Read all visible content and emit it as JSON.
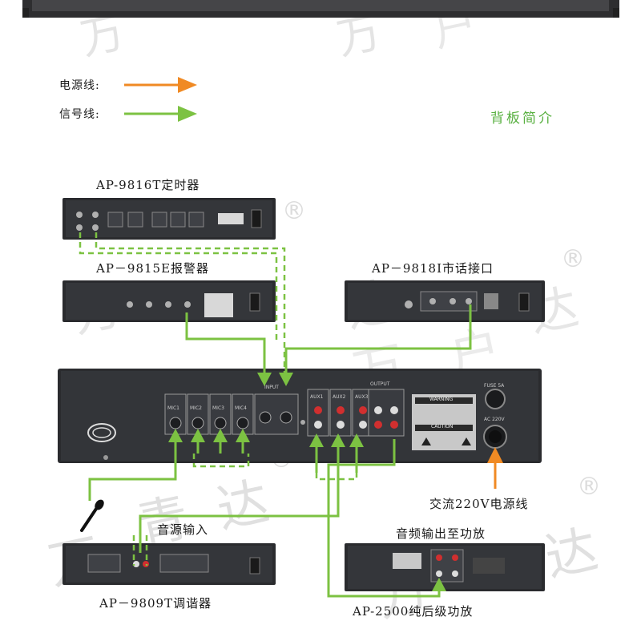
{
  "legend": {
    "power_line": "电源线:",
    "signal_line": "信号线:",
    "power_color": "#f08a24",
    "signal_color": "#7cc242"
  },
  "section_title": "背板简介",
  "devices": {
    "timer": "AP-9816T定时器",
    "alarm": "AP－9815E报警器",
    "phone": "AP－9818I市话接口",
    "tuner": "AP－9809T调谐器",
    "amp": "AP-2500纯后级功放"
  },
  "labels": {
    "ac_power": "交流220V电源线",
    "audio_in": "音源输入",
    "audio_out": "音频输出至功放"
  },
  "panel_text": {
    "input": "INPUT",
    "output": "OUTPUT",
    "mic1": "MIC1",
    "mic2": "MIC2",
    "mic3": "MIC3",
    "mic4": "MIC4",
    "aux1": "AUX1",
    "aux2": "AUX2",
    "aux3": "AUX3",
    "warning": "WARNING",
    "caution": "CAUTION",
    "fuse": "FUSE 5A",
    "ac": "AC 220V"
  },
  "watermark": {
    "chars": [
      "万",
      "青",
      "达",
      "万",
      "户",
      "达",
      "万",
      "户"
    ],
    "registered": "®"
  }
}
